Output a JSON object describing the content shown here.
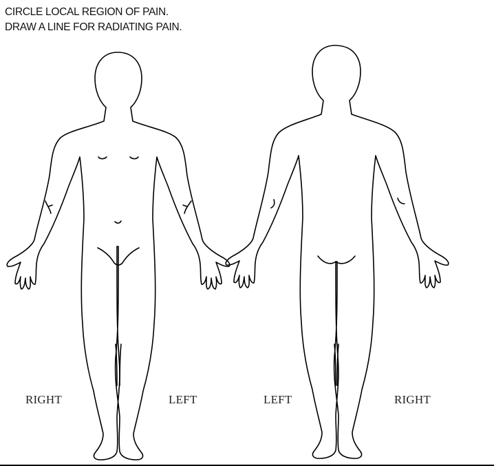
{
  "instructions": {
    "line1": "CIRCLE LOCAL REGION OF PAIN.",
    "line2": "DRAW A LINE FOR RADIATING PAIN."
  },
  "front_view": {
    "right_label": "RIGHT",
    "left_label": "LEFT"
  },
  "back_view": {
    "left_label": "LEFT",
    "right_label": "RIGHT"
  },
  "colors": {
    "outline": "#000000",
    "background": "#ffffff",
    "text": "#111111"
  }
}
